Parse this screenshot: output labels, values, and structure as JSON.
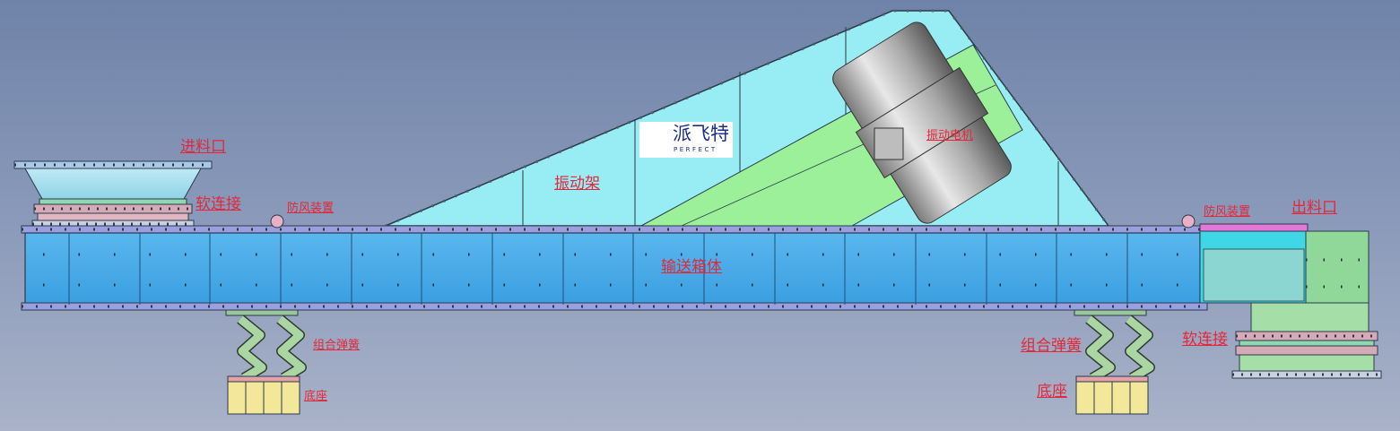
{
  "labels": {
    "inlet": "进料口",
    "soft_connection_left": "软连接",
    "dust_cover_left": "防风装置",
    "vibration_frame": "振动架",
    "vibration_motor": "振动电机",
    "conveyor_box": "输送箱体",
    "dust_cover_right": "防风装置",
    "outlet": "出料口",
    "spring_left": "组合弹簧",
    "base_left": "底座",
    "spring_right": "组合弹簧",
    "base_right": "底座",
    "soft_connection_right": "软连接"
  },
  "logo": {
    "name_cn": "派飞特",
    "name_en": "PERFECT"
  },
  "colors": {
    "background_top": "#6f83a8",
    "conveyor_blue": "#3fa6e6",
    "frame_cyan": "#98ecf4",
    "motor_plate_green": "#9df09a",
    "spring_green": "#a9d6a3",
    "base_yellow": "#f3e79a",
    "label_red": "#e2283a",
    "logo_blue": "#1a2f8a",
    "logo_red": "#d42030"
  }
}
